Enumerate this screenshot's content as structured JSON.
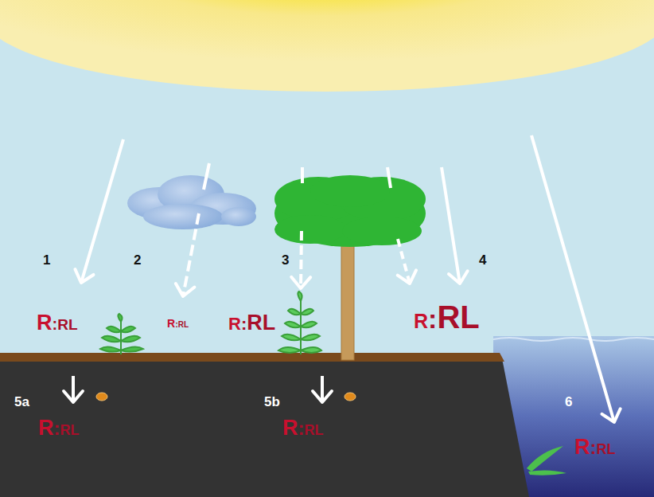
{
  "diagram": {
    "labels": [
      "1",
      "2",
      "3",
      "4",
      "R",
      ":",
      "RL",
      "R",
      ":",
      "RL",
      "R",
      ":",
      "RL",
      "R",
      ":",
      "RL",
      "5a",
      "R",
      ":",
      "RL",
      "5b",
      "R",
      ":",
      "RL",
      "6",
      "R",
      ":",
      "RL"
    ]
  }
}
